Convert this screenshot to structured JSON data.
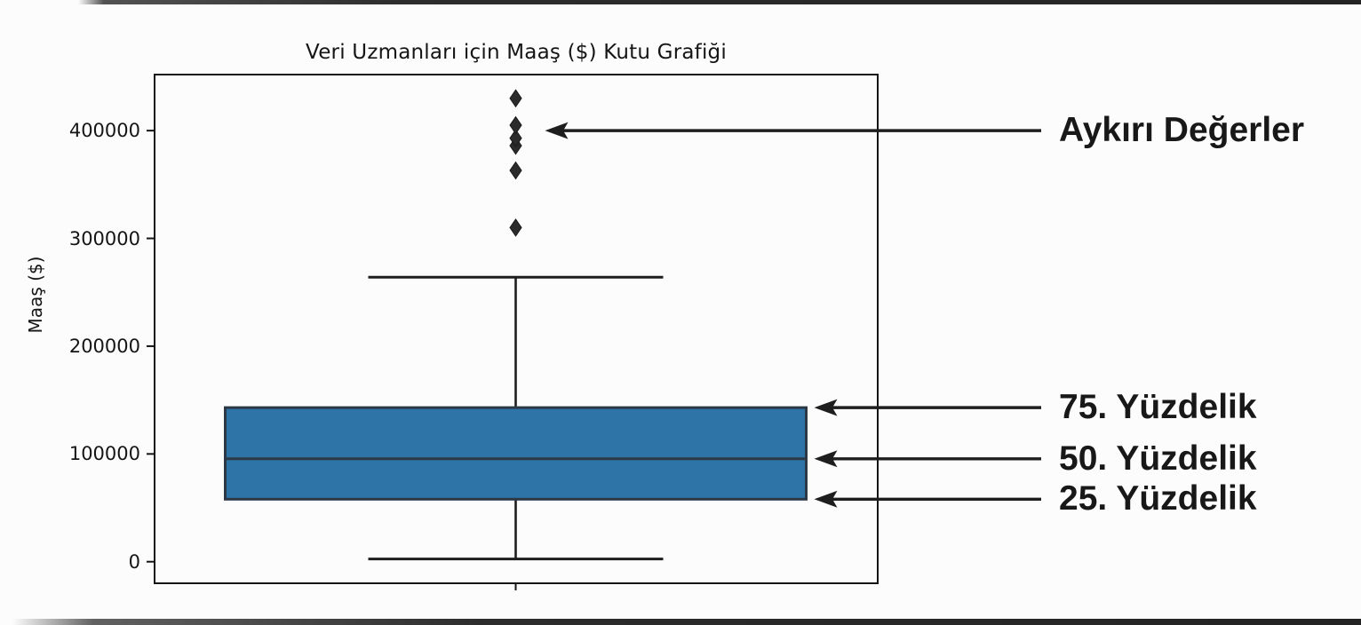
{
  "figure": {
    "title": "Veri Uzmanları için Maaş ($) Kutu Grafiği",
    "y_axis_label": "Maaş ($)"
  },
  "annotations": {
    "outliers_label": "Aykırı Değerler",
    "p75_label": "75. Yüzdelik",
    "p50_label": "50. Yüzdelik",
    "p25_label": "25. Yüzdelik"
  },
  "colors": {
    "box_fill": "#2e74a6",
    "box_edge": "#2c3845",
    "median_line": "#2c3845",
    "whisker": "#1e1e1e",
    "spine": "#151515",
    "arrow": "#1e1e1e",
    "outlier_marker": "#2b2b2b"
  },
  "chart_data": {
    "type": "box",
    "title": "Veri Uzmanları için Maaş ($) Kutu Grafiği",
    "xlabel": "",
    "ylabel": "Maaş ($)",
    "ylim": [
      -20000,
      452000
    ],
    "yticks": [
      0,
      100000,
      200000,
      300000,
      400000
    ],
    "grid": false,
    "orientation": "vertical",
    "series": [
      {
        "name": "Maaş",
        "q1": 58000,
        "median": 95500,
        "q3": 143000,
        "whisker_low": 2500,
        "whisker_high": 264000,
        "outliers": [
          310000,
          363000,
          386000,
          393000,
          405000,
          430000
        ]
      }
    ],
    "annotations": [
      {
        "label": "Aykırı Değerler",
        "target": "outliers",
        "value": 400000
      },
      {
        "label": "75. Yüzdelik",
        "target": "q3",
        "value": 143000
      },
      {
        "label": "50. Yüzdelik",
        "target": "median",
        "value": 95500
      },
      {
        "label": "25. Yüzdelik",
        "target": "q1",
        "value": 58000
      }
    ]
  }
}
